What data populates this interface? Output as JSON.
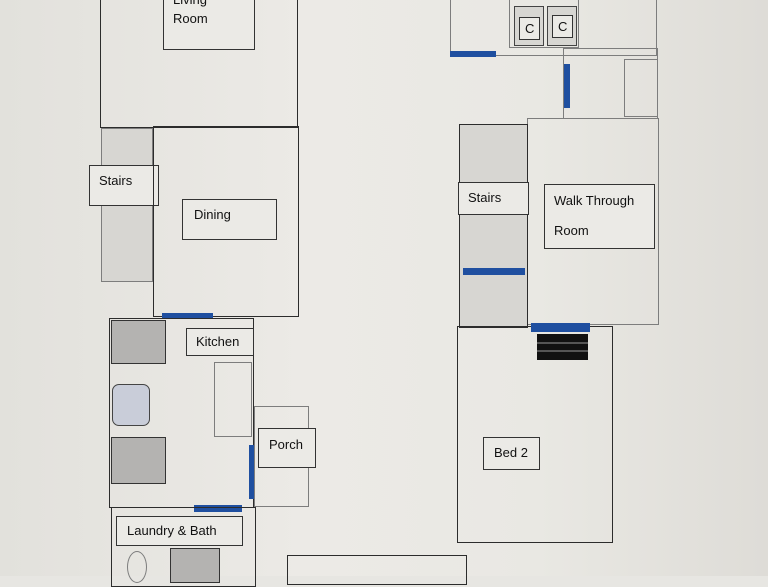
{
  "rooms": {
    "living": {
      "line1": "Living",
      "line2": "Room"
    },
    "stairs_left": "Stairs",
    "dining": "Dining",
    "kitchen": "Kitchen",
    "porch": "Porch",
    "laundry_bath": "Laundry & Bath",
    "cupboard_1": "C",
    "cupboard_2": "C",
    "stairs_right": "Stairs",
    "walk_through": {
      "line1": "Walk Through",
      "line2": "Room"
    },
    "bed2": "Bed 2"
  },
  "colors": {
    "door": "#1f4fa0",
    "wall": "#2c2c2c",
    "paper": "#e7e6e2",
    "fireplace": "#111111"
  }
}
